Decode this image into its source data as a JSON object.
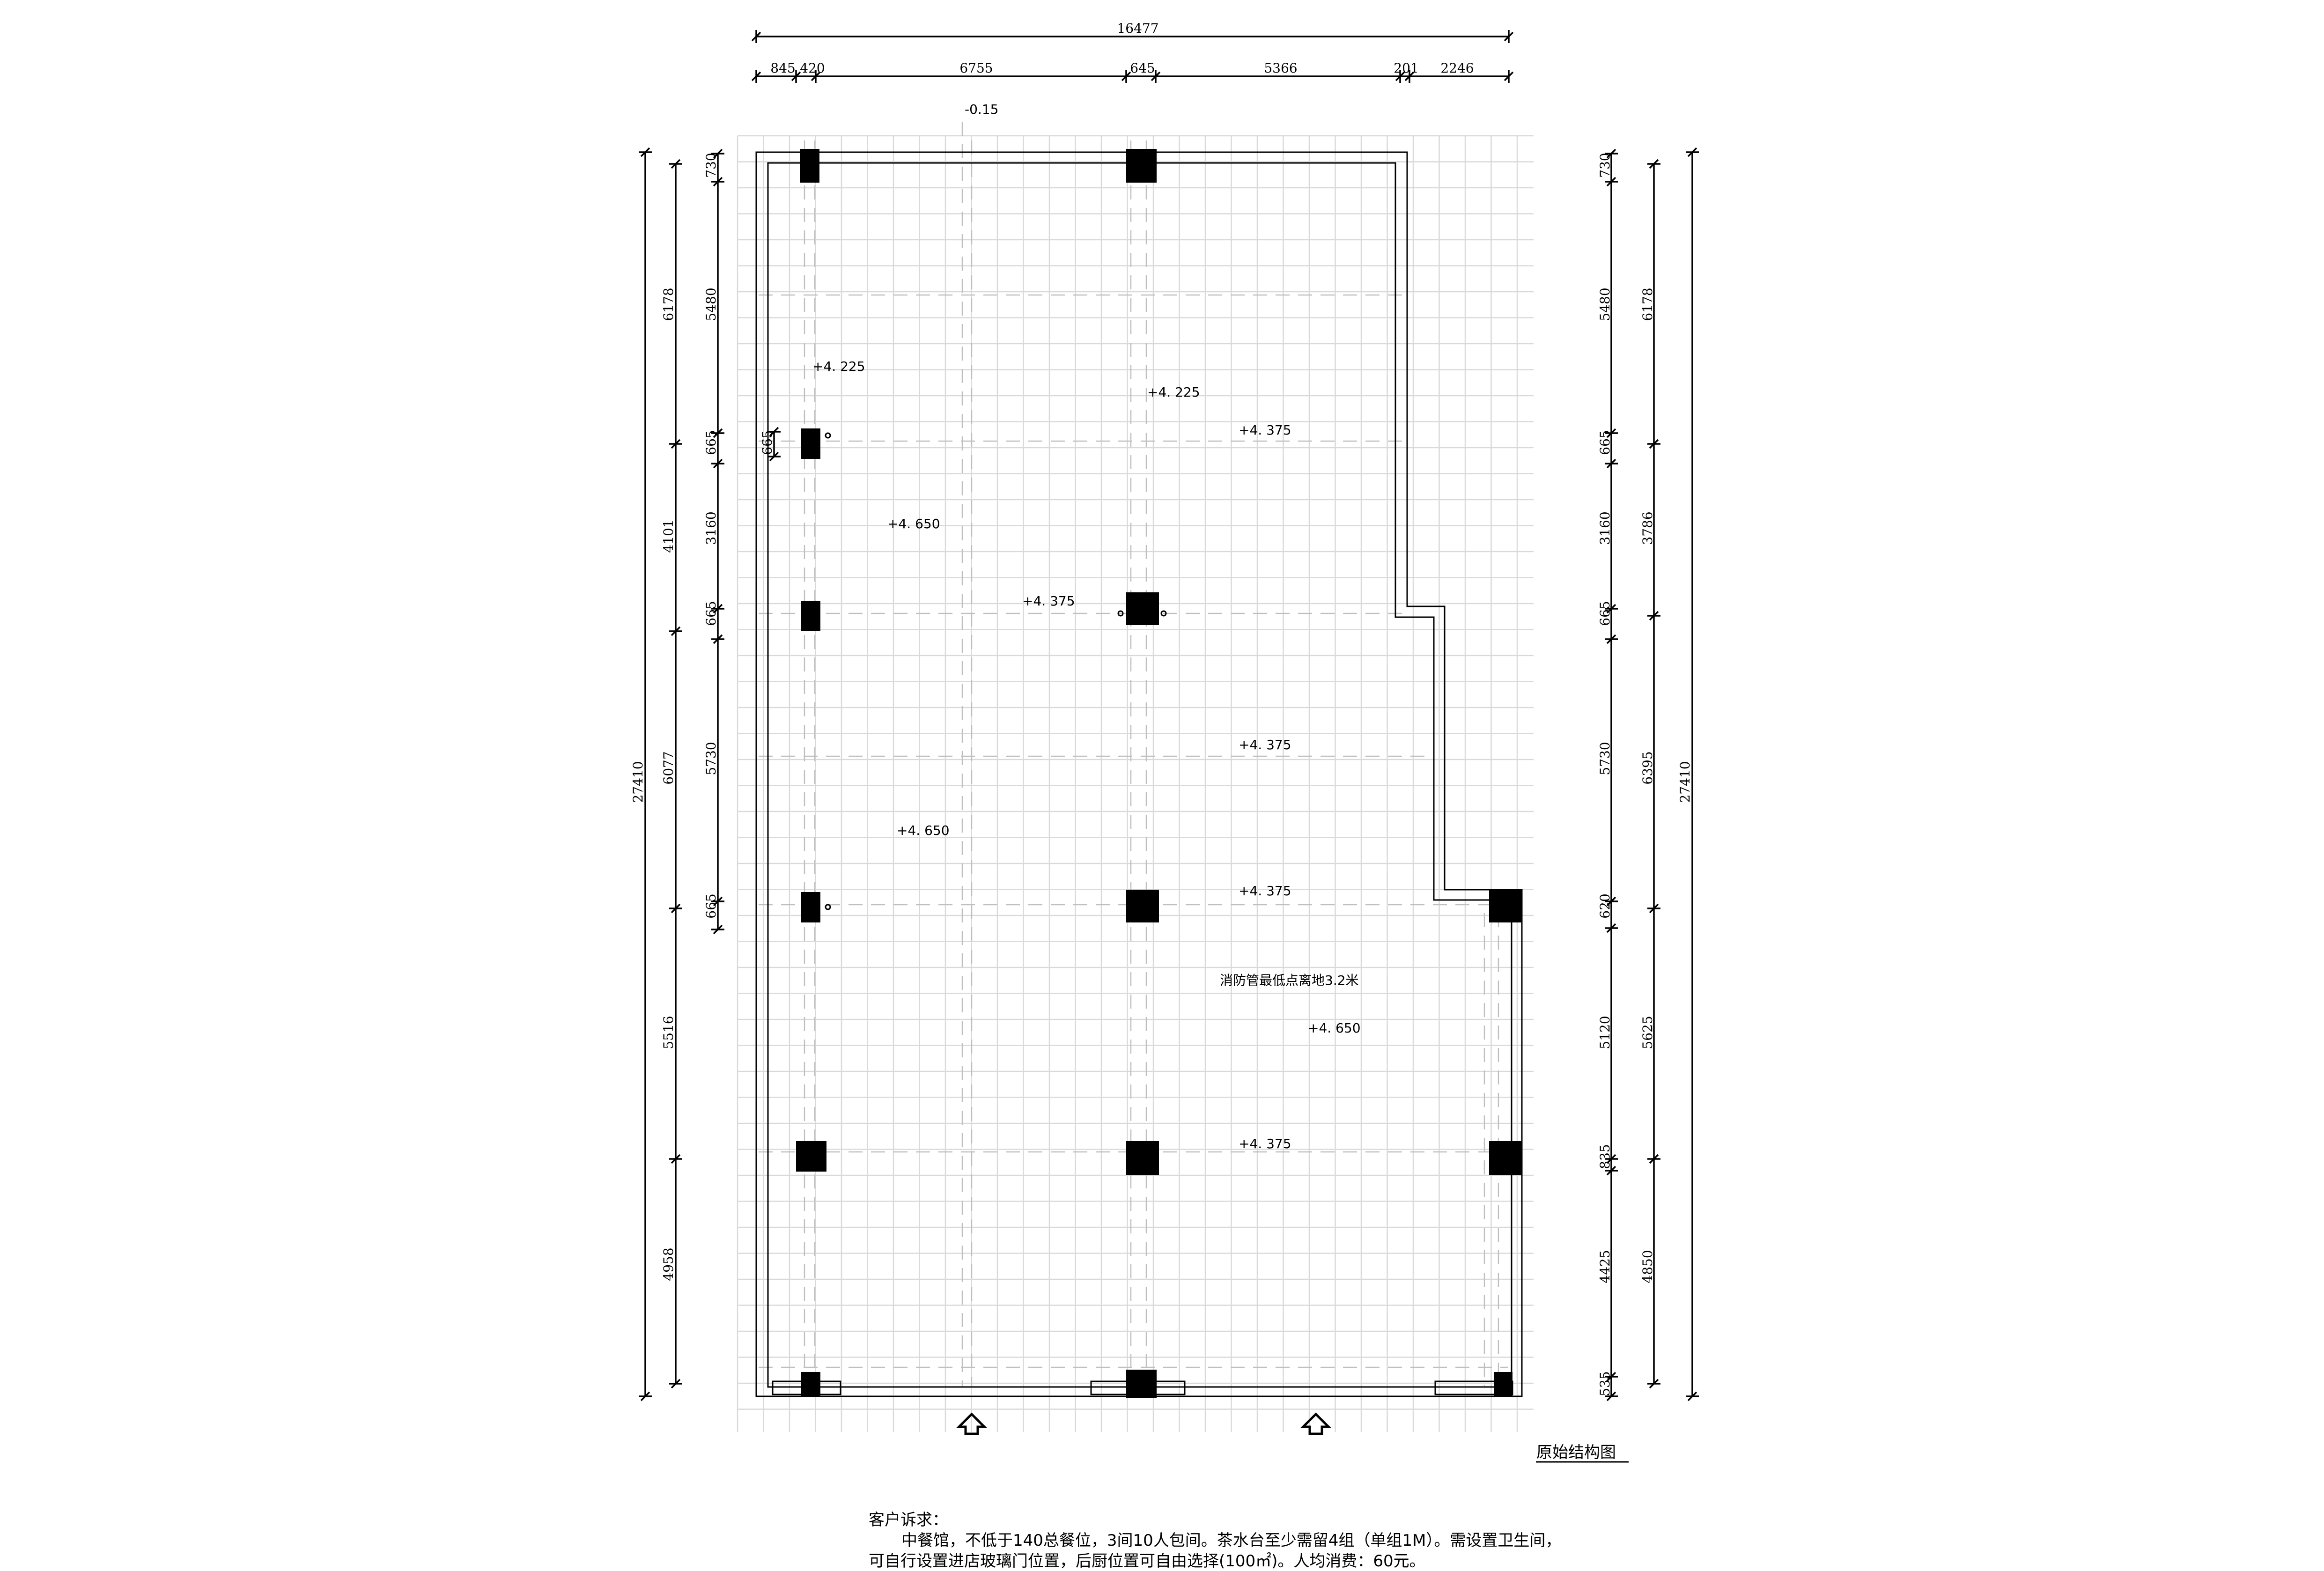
{
  "drawing": {
    "title": "原始结构图",
    "fire_pipe_note": "消防管最低点离地3.2米"
  },
  "levels": {
    "minus_015": "-0.15",
    "l4225a": "+4. 225",
    "l4225b": "+4. 225",
    "l4375a": "+4. 375",
    "l4375b": "+4. 375",
    "l4375c": "+4. 375",
    "l4375d": "+4. 375",
    "l4375e": "+4. 375",
    "l4650a": "+4. 650",
    "l4650b": "+4. 650",
    "l4650c": "+4. 650"
  },
  "dims": {
    "top_total": "16477",
    "top": [
      "845",
      "420",
      "6755",
      "645",
      "5366",
      "201",
      "2246"
    ],
    "left_total": "27410",
    "left_outer": [
      "6178",
      "4101",
      "6077",
      "5516",
      "4958"
    ],
    "left_inner": [
      "730",
      "5480",
      "665",
      "3160",
      "665",
      "5730",
      "665"
    ],
    "left_col": "665",
    "right_total": "27410",
    "right_outer": [
      "6178",
      "3786",
      "6395",
      "5625",
      "4850"
    ],
    "right_inner": [
      "730",
      "5480",
      "665",
      "3160",
      "665",
      "5730",
      "620",
      "5120",
      "835",
      "4425",
      "535"
    ]
  },
  "customer": {
    "heading": "客户诉求：",
    "line1": "中餐馆，不低于140总餐位，3间10人包间。茶水台至少需留4组（单组1M）。需设置卫生间，",
    "line2": "可自行设置进店玻璃门位置，后厨位置可自由选择(100㎡)。人均消费：60元。"
  },
  "colors": {
    "grid": "#d9d9d9",
    "line": "#000000",
    "column": "#000000"
  },
  "icons": [
    "entrance-arrow-icon",
    "entrance-arrow-icon"
  ]
}
